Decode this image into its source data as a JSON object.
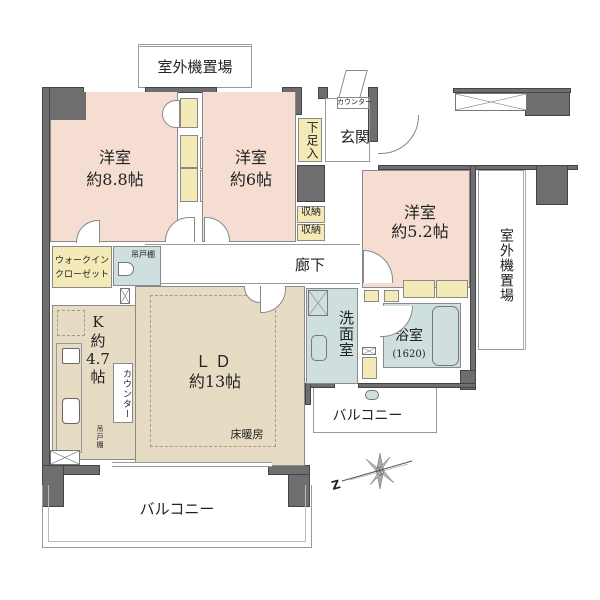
{
  "floorplan": {
    "rooms": [
      {
        "id": "western-room-1",
        "name": "洋室",
        "size": "約8.8帖"
      },
      {
        "id": "western-room-2",
        "name": "洋室",
        "size": "約6帖"
      },
      {
        "id": "western-room-3",
        "name": "洋室",
        "size": "約5.2帖"
      },
      {
        "id": "living-dining",
        "name": "ＬＤ",
        "size": "約13帖",
        "note": "床暖房"
      },
      {
        "id": "kitchen",
        "name": "K",
        "size_line1": "約",
        "size_line2": "4.7",
        "size_line3": "帖"
      },
      {
        "id": "washroom",
        "name": "洗面室"
      },
      {
        "id": "bathroom",
        "name": "浴室",
        "size": "(1620)"
      },
      {
        "id": "hallway",
        "name": "廊下"
      },
      {
        "id": "entrance",
        "name": "玄関"
      }
    ],
    "labels": {
      "outdoor_unit_top": "室外機置場",
      "outdoor_unit_right": "室外機置場",
      "counter_entrance": "カウンター",
      "shoe_cabinet": "下足入",
      "storage_1": "収納",
      "storage_2": "収納",
      "walk_in_closet_line1": "ウォークイン",
      "walk_in_closet_line2": "クローゼット",
      "hanging_shelf_toilet": "吊戸棚",
      "hanging_shelf_kitchen": "吊戸棚",
      "counter_kitchen": "カウンター",
      "floor_heating": "床暖房",
      "balcony_main": "バルコニー",
      "balcony_small": "バルコニー"
    },
    "compass": {
      "north_label": "Z"
    },
    "colors": {
      "wall": "#6e6e6e",
      "western_room": "#f5ddd1",
      "living_dining": "#e6dcc4",
      "wet_area": "#cfdedf",
      "storage": "#f3eab8"
    }
  }
}
